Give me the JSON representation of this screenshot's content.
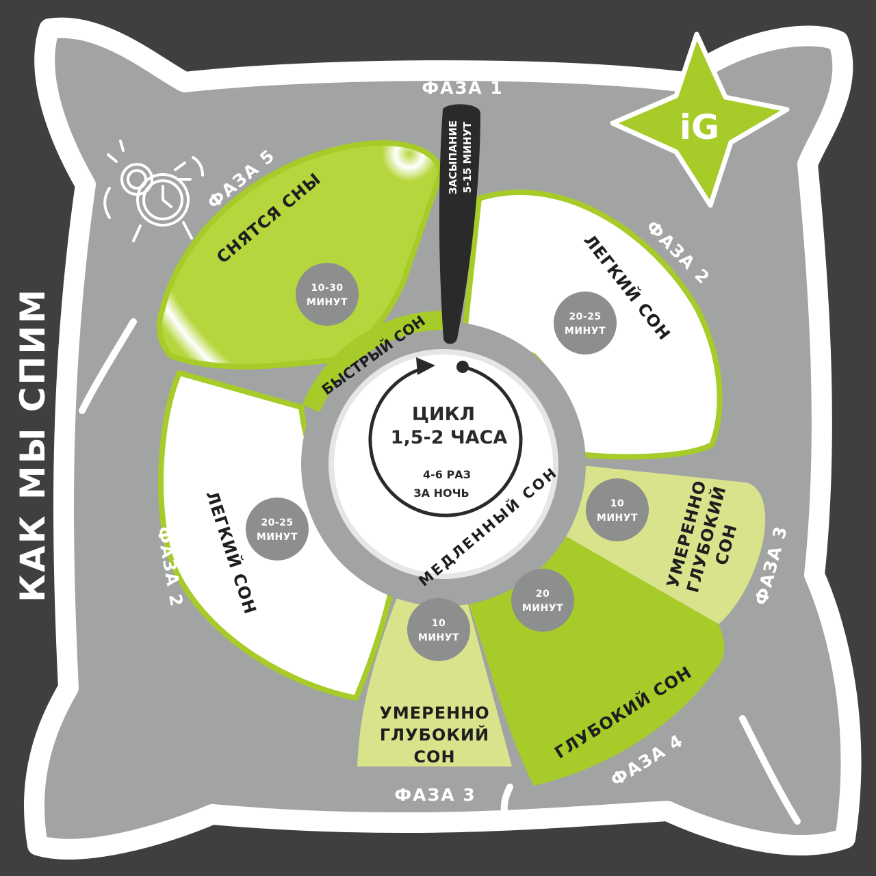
{
  "title": "КАК МЫ СПИМ",
  "logo_text": "iG",
  "center": {
    "cycle_line1": "ЦИКЛ",
    "cycle_line2": "1,5-2 ЧАСА",
    "times_line1": "4-6 РАЗ",
    "times_line2": "ЗА НОЧЬ"
  },
  "ring": {
    "rem_label": "БЫСТРЫЙ СОН",
    "nrem_label": "МЕДЛЕННЫЙ СОН"
  },
  "phase1": {
    "label": "ФАЗА 1",
    "line1": "ЗАСЫПАНИЕ",
    "line2": "5-15 МИНУТ"
  },
  "segments": {
    "phase5": {
      "phase_label": "ФАЗА 5",
      "title": "СНЯТСЯ СНЫ",
      "dur1": "10-30",
      "dur2": "МИНУТ"
    },
    "phase2_right": {
      "phase_label": "ФАЗА 2",
      "title": "ЛЕГКИЙ СОН",
      "dur1": "20-25",
      "dur2": "МИНУТ"
    },
    "phase3_right": {
      "phase_label": "ФАЗА 3",
      "title1": "УМЕРЕННО",
      "title2": "ГЛУБОКИЙ",
      "title3": "СОН",
      "dur1": "10",
      "dur2": "МИНУТ"
    },
    "phase4": {
      "phase_label": "ФАЗА 4",
      "title": "ГЛУБОКИЙ СОН",
      "dur1": "20",
      "dur2": "МИНУТ"
    },
    "phase3_bottom": {
      "phase_label": "ФАЗА 3",
      "title1": "УМЕРЕННО",
      "title2": "ГЛУБОКИЙ",
      "title3": "СОН",
      "dur1": "10",
      "dur2": "МИНУТ"
    },
    "phase2_left": {
      "phase_label": "ФАЗА 2",
      "title": "ЛЕГКИЙ СОН",
      "dur1": "20-25",
      "dur2": "МИНУТ"
    }
  },
  "colors": {
    "background": "#3f3f3f",
    "pillow": "#a2a3a3",
    "accent_green": "#a7cb28",
    "light_green": "#d9e38c",
    "white": "#ffffff",
    "dark": "#2a2a2a",
    "duration_badge": "#8d8e8e"
  },
  "icons": [
    "alarm-clock-icon",
    "star-logo-icon",
    "cycle-arrow-icon"
  ]
}
